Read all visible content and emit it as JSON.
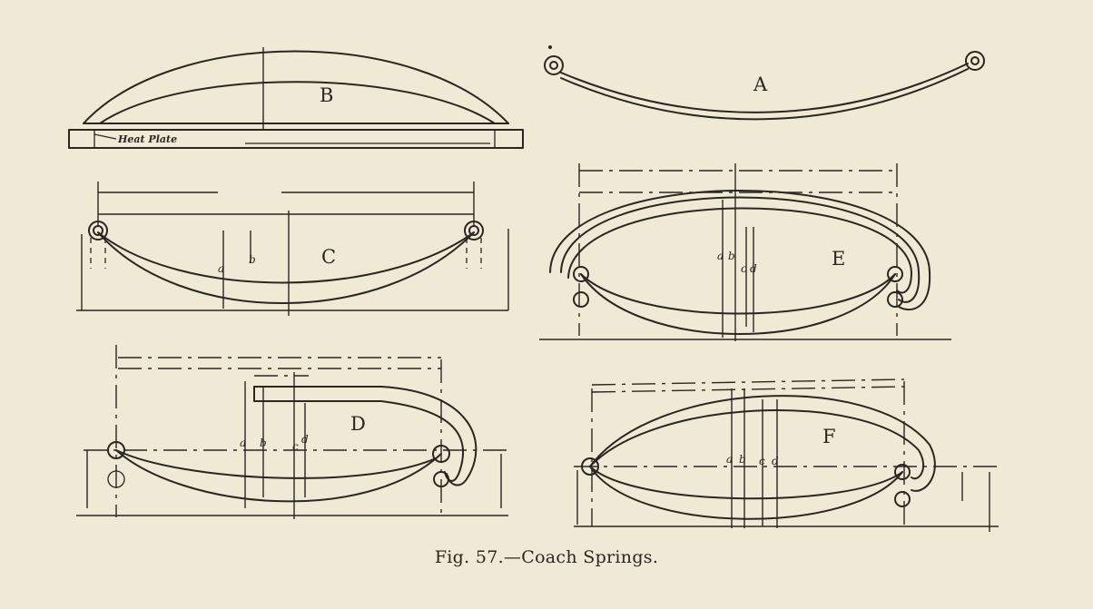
{
  "figure": {
    "caption": "Fig. 57.—Coach Springs.",
    "springs": [
      {
        "id": "A",
        "label": "A"
      },
      {
        "id": "B",
        "label": "B",
        "note": "Heat Plate"
      },
      {
        "id": "C",
        "label": "C",
        "dim_labels": [
          "a",
          "b"
        ]
      },
      {
        "id": "D",
        "label": "D",
        "dim_labels": [
          "a",
          "b",
          "c",
          "d"
        ]
      },
      {
        "id": "E",
        "label": "E",
        "dim_labels": [
          "a",
          "b",
          "c",
          "d"
        ]
      },
      {
        "id": "F",
        "label": "F",
        "dim_labels": [
          "a",
          "b",
          "c",
          "d"
        ]
      }
    ]
  }
}
